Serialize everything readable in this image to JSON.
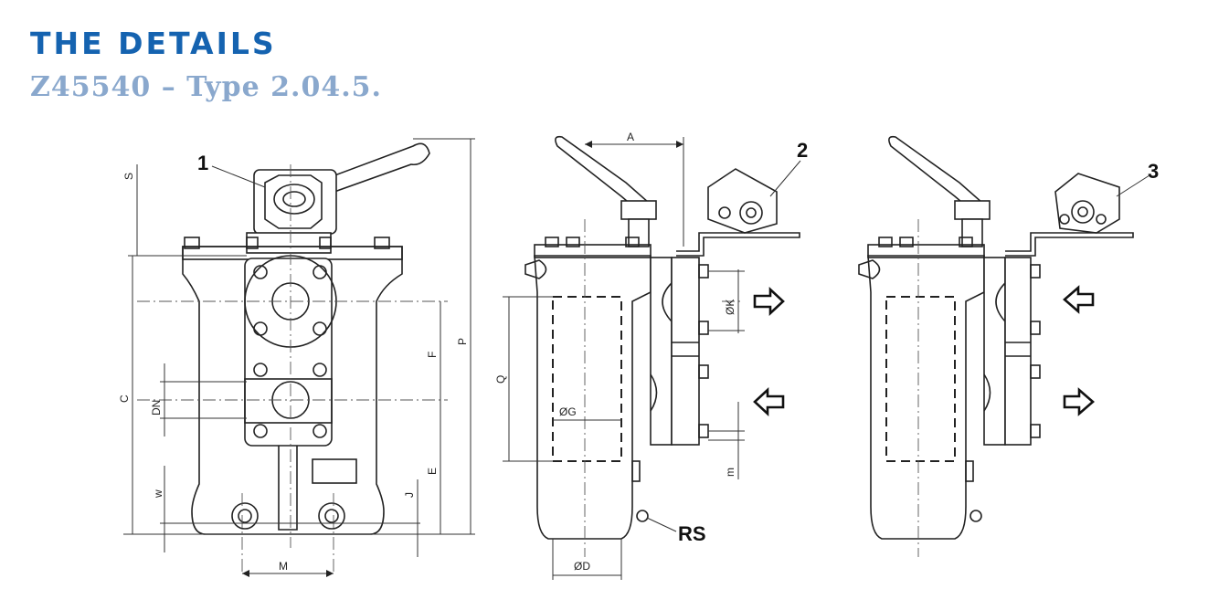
{
  "header": {
    "title": "THE DETAILS",
    "subtitle": "Z45540 – Type 2.04.5."
  },
  "callouts": {
    "c1": "1",
    "c2": "2",
    "c3": "3",
    "rs": "RS"
  },
  "dimensions": {
    "s": "S",
    "c": "C",
    "dn": "DN",
    "w": "w",
    "m_upper": "M",
    "f": "F",
    "e": "E",
    "p": "P",
    "j": "J",
    "a": "A",
    "q": "Q",
    "og": "ØG",
    "od": "ØD",
    "ok": "ØK",
    "m_lower": "m"
  }
}
